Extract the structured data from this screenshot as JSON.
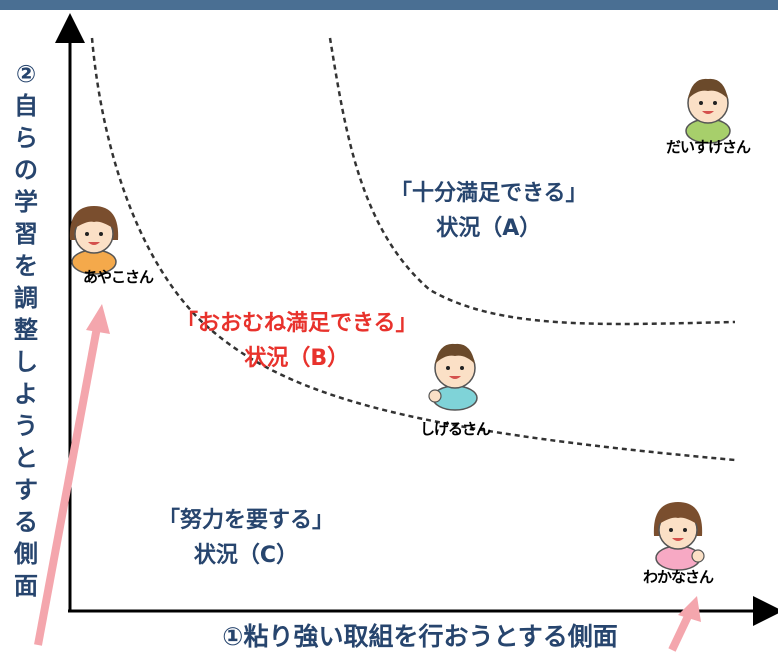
{
  "title_bar_color": "#4a6f93",
  "axes": {
    "y_label": "②自らの学習を調整しようとする側面",
    "x_label": "①粘り強い取組を行おうとする側面"
  },
  "regions": {
    "a": {
      "line1": "「十分満足できる」",
      "line2": "状況（A）",
      "color": "#27456e"
    },
    "b": {
      "line1": "「おおむね満足できる」",
      "line2": "状況（B）",
      "color": "#e8322c"
    },
    "c": {
      "line1": "「努力を要する」",
      "line2": "状況（C）",
      "color": "#27456e"
    }
  },
  "people": {
    "daisuke": {
      "name": "だいすけさん",
      "icon": "boy-icon"
    },
    "ayako": {
      "name": "あやこさん",
      "icon": "girl-icon"
    },
    "shigeru": {
      "name": "しげるさん",
      "icon": "boy-icon"
    },
    "wakana": {
      "name": "わかなさん",
      "icon": "girl-icon"
    }
  },
  "arrow_color": "#f4a6ad",
  "boundary_style": "dashed"
}
